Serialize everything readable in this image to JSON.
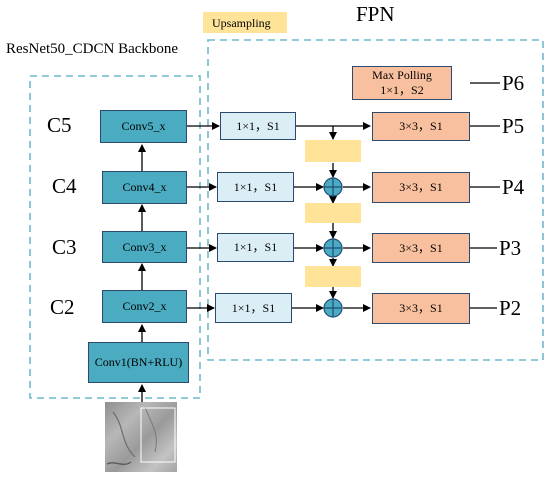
{
  "titles": {
    "fpn": "FPN",
    "backbone": "ResNet50_CDCN Backbone"
  },
  "legend": {
    "upsampling": "Upsampling",
    "color": "#ffe399"
  },
  "backbone": {
    "levels": [
      "C5",
      "C4",
      "C3",
      "C2"
    ],
    "blocks": [
      "Conv5_x",
      "Conv4_x",
      "Conv3_x",
      "Conv2_x"
    ],
    "stem": "Conv1(BN+RLU)",
    "block_color": "#4aabc1"
  },
  "fpn": {
    "lateral": [
      "1×1，S1",
      "1×1，S1",
      "1×1，S1",
      "1×1，S1"
    ],
    "smooth": [
      "3×3，S1",
      "3×3，S1",
      "3×3，S1",
      "3×3，S1"
    ],
    "outputs": [
      "P5",
      "P4",
      "P3",
      "P2"
    ],
    "maxpool": "Max Polling\n1×1，S2",
    "p6": "P6",
    "lateral_color": "#dbedf5",
    "smooth_color": "#f8c09e"
  },
  "input_image": "input-image"
}
